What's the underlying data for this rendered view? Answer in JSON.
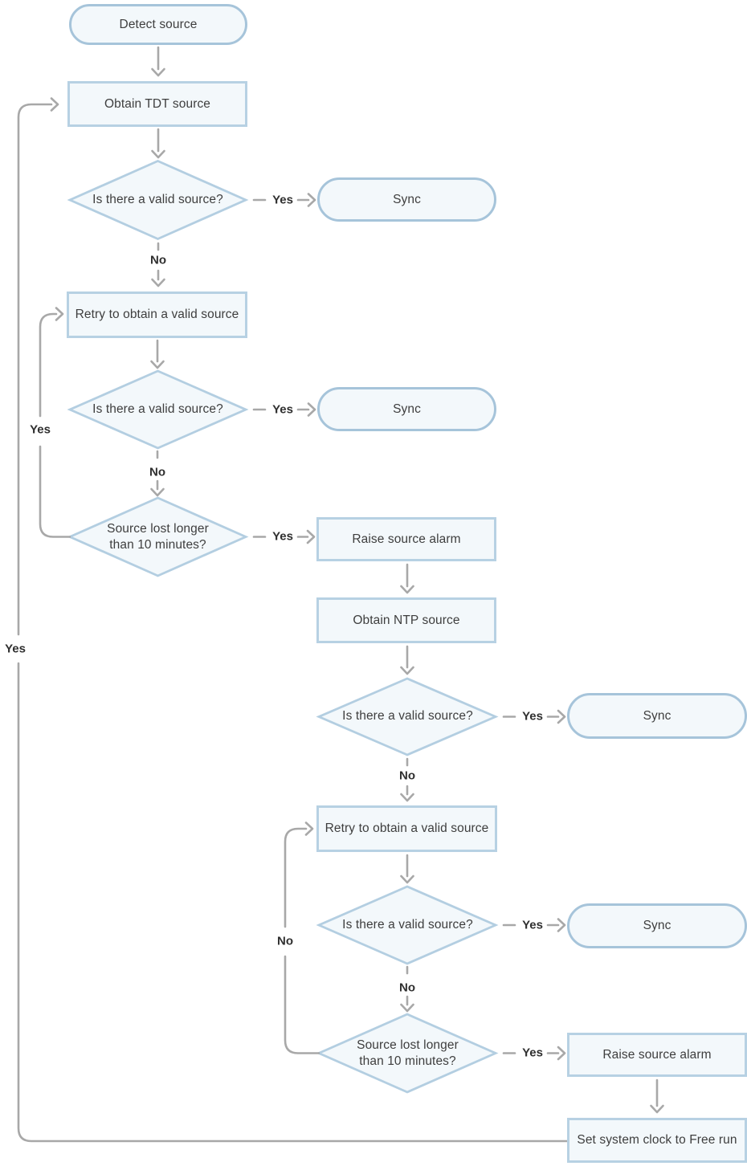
{
  "diagram": {
    "nodes": {
      "detect_source": {
        "type": "terminator",
        "label": "Detect source"
      },
      "obtain_tdt_source": {
        "type": "process",
        "label": "Obtain TDT source"
      },
      "is_valid_source_1": {
        "type": "decision",
        "label": "Is there a valid source?"
      },
      "sync_1": {
        "type": "terminator",
        "label": "Sync"
      },
      "retry_obtain_1": {
        "type": "process",
        "label": "Retry to obtain a valid source"
      },
      "is_valid_source_2": {
        "type": "decision",
        "label": "Is there a valid source?"
      },
      "sync_2": {
        "type": "terminator",
        "label": "Sync"
      },
      "source_lost_1": {
        "type": "decision",
        "label": "Source lost longer than 10 minutes?"
      },
      "raise_alarm_1": {
        "type": "process",
        "label": "Raise source alarm"
      },
      "obtain_ntp_source": {
        "type": "process",
        "label": "Obtain NTP source"
      },
      "is_valid_source_3": {
        "type": "decision",
        "label": "Is there a valid source?"
      },
      "sync_3": {
        "type": "terminator",
        "label": "Sync"
      },
      "retry_obtain_2": {
        "type": "process",
        "label": "Retry to obtain a valid source"
      },
      "is_valid_source_4": {
        "type": "decision",
        "label": "Is there a valid source?"
      },
      "sync_4": {
        "type": "terminator",
        "label": "Sync"
      },
      "source_lost_2": {
        "type": "decision",
        "label": "Source lost longer than 10 minutes?"
      },
      "raise_alarm_2": {
        "type": "process",
        "label": "Raise source alarm"
      },
      "set_free_run": {
        "type": "process",
        "label": "Set system clock to Free run"
      }
    },
    "edges": [
      {
        "from": "detect_source",
        "to": "obtain_tdt_source",
        "label": ""
      },
      {
        "from": "obtain_tdt_source",
        "to": "is_valid_source_1",
        "label": ""
      },
      {
        "from": "is_valid_source_1",
        "to": "sync_1",
        "label": "Yes"
      },
      {
        "from": "is_valid_source_1",
        "to": "retry_obtain_1",
        "label": "No"
      },
      {
        "from": "retry_obtain_1",
        "to": "is_valid_source_2",
        "label": ""
      },
      {
        "from": "is_valid_source_2",
        "to": "sync_2",
        "label": "Yes"
      },
      {
        "from": "is_valid_source_2",
        "to": "source_lost_1",
        "label": "No"
      },
      {
        "from": "source_lost_1",
        "to": "raise_alarm_1",
        "label": "Yes"
      },
      {
        "from": "source_lost_1",
        "to": "retry_obtain_1",
        "label": "Yes"
      },
      {
        "from": "raise_alarm_1",
        "to": "obtain_ntp_source",
        "label": ""
      },
      {
        "from": "obtain_ntp_source",
        "to": "is_valid_source_3",
        "label": ""
      },
      {
        "from": "is_valid_source_3",
        "to": "sync_3",
        "label": "Yes"
      },
      {
        "from": "is_valid_source_3",
        "to": "retry_obtain_2",
        "label": "No"
      },
      {
        "from": "retry_obtain_2",
        "to": "is_valid_source_4",
        "label": ""
      },
      {
        "from": "is_valid_source_4",
        "to": "sync_4",
        "label": "Yes"
      },
      {
        "from": "is_valid_source_4",
        "to": "source_lost_2",
        "label": "No"
      },
      {
        "from": "source_lost_2",
        "to": "raise_alarm_2",
        "label": "Yes"
      },
      {
        "from": "source_lost_2",
        "to": "retry_obtain_2",
        "label": "No"
      },
      {
        "from": "raise_alarm_2",
        "to": "set_free_run",
        "label": ""
      },
      {
        "from": "set_free_run",
        "to": "obtain_tdt_source",
        "label": "Yes"
      }
    ],
    "colors": {
      "node_fill": "#f3f8fb",
      "rect_border": "#b7d1e3",
      "terminator_border": "#a6c4da",
      "diamond_border": "#b3cee1",
      "connector": "#a8a8a8",
      "node_text": "#3e3e3e",
      "edge_label_text": "#2f2f2f",
      "background": "#ffffff"
    }
  }
}
